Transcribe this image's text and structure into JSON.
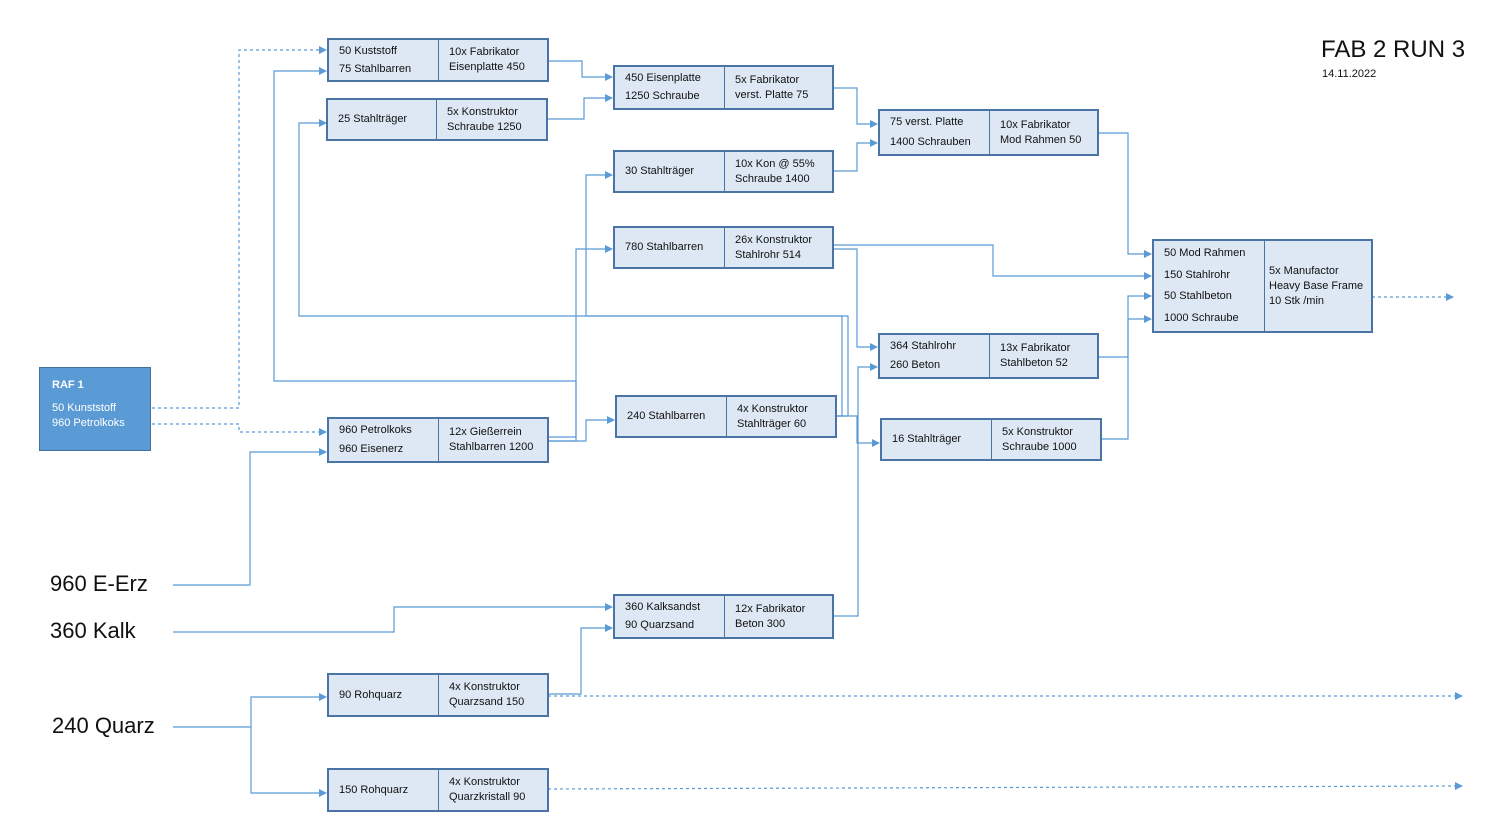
{
  "header": {
    "title": "FAB 2 RUN 3",
    "date": "14.11.2022"
  },
  "colors": {
    "box_fill": "#dde8f4",
    "box_border": "#4a74a6",
    "raf_fill": "#5b9bd5",
    "line": "#5b9bd5"
  },
  "raf": {
    "title": "RAF 1",
    "items": [
      "50 Kunststoff",
      "960 Petrolkoks"
    ]
  },
  "sources": {
    "erz": "960 E-Erz",
    "kalk": "360 Kalk",
    "quarz": "240 Quarz"
  },
  "nodes": {
    "eisenplatte_fab": {
      "inputs": [
        "50 Kuststoff",
        "75 Stahlbarren"
      ],
      "process": [
        "10x Fabrikator",
        "Eisenplatte 450"
      ]
    },
    "schraube_kon": {
      "inputs": [
        "25 Stahlträger"
      ],
      "process": [
        "5x Konstruktor",
        "Schraube 1250"
      ]
    },
    "verst_platte_fab": {
      "inputs": [
        "450 Eisenplatte",
        "1250 Schraube"
      ],
      "process": [
        "5x Fabrikator",
        "verst. Platte 75"
      ]
    },
    "schraube1400_kon": {
      "inputs": [
        "30 Stahlträger"
      ],
      "process": [
        "10x Kon @ 55%",
        "Schraube 1400"
      ]
    },
    "stahlrohr_kon": {
      "inputs": [
        "780 Stahlbarren"
      ],
      "process": [
        "26x Konstruktor",
        "Stahlrohr 514"
      ]
    },
    "mod_rahmen_fab": {
      "inputs": [
        "75 verst. Platte",
        "1400 Schrauben"
      ],
      "process": [
        "10x Fabrikator",
        "Mod Rahmen 50"
      ]
    },
    "manufactor": {
      "inputs": [
        "50 Mod Rahmen",
        "150 Stahlrohr",
        "50 Stahlbeton",
        "1000 Schraube"
      ],
      "process": [
        "5x Manufactor",
        "Heavy Base Frame",
        "10 Stk /min"
      ]
    },
    "stahlbeton_fab": {
      "inputs": [
        "364 Stahlrohr",
        "260 Beton"
      ],
      "process": [
        "13x Fabrikator",
        "Stahlbeton 52"
      ]
    },
    "stahltraeger_kon": {
      "inputs": [
        "240 Stahlbarren"
      ],
      "process": [
        "4x Konstruktor",
        "Stahlträger 60"
      ]
    },
    "schraube1000_kon": {
      "inputs": [
        "16 Stahlträger"
      ],
      "process": [
        "5x Konstruktor",
        "Schraube 1000"
      ]
    },
    "giesserei": {
      "inputs": [
        "960 Petrolkoks",
        "960 Eisenerz"
      ],
      "process": [
        "12x Gießerrein",
        "Stahlbarren 1200"
      ]
    },
    "beton_fab": {
      "inputs": [
        "360 Kalksandst",
        "90 Quarzsand"
      ],
      "process": [
        "12x Fabrikator",
        "Beton 300"
      ]
    },
    "quarzsand_kon": {
      "inputs": [
        "90 Rohquarz"
      ],
      "process": [
        "4x Konstruktor",
        "Quarzsand 150"
      ]
    },
    "quarzkristall_kon": {
      "inputs": [
        "150 Rohquarz"
      ],
      "process": [
        "4x Konstruktor",
        "Quarzkristall 90"
      ]
    }
  }
}
